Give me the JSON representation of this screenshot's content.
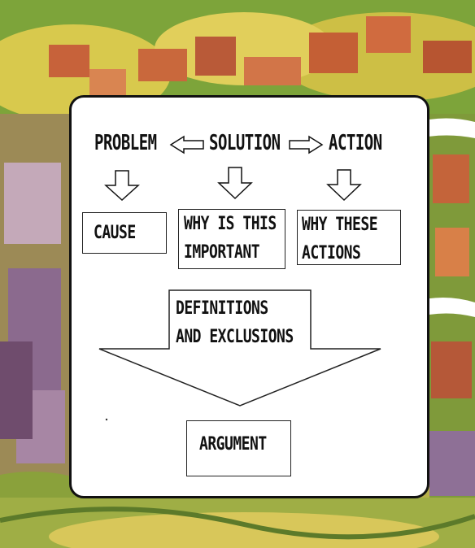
{
  "diagram": {
    "top_row": {
      "problem": "PROBLEM",
      "solution": "SOLUTION",
      "action": "ACTION"
    },
    "boxes": {
      "cause": "CAUSE",
      "why_important": "WHY IS THIS\nIMPORTANT",
      "why_actions": "WHY THESE\nACTIONS"
    },
    "funnel": {
      "definitions": "DEFINITIONS\nAND EXCLUSIONS"
    },
    "argument": "ARGUMENT"
  },
  "colors": {
    "card_bg": "#ffffff",
    "border": "#111111",
    "painting_green": "#6f9a35",
    "painting_yellow": "#d9c64a",
    "painting_roof": "#c8643a",
    "painting_purple": "#8e6a8f"
  }
}
